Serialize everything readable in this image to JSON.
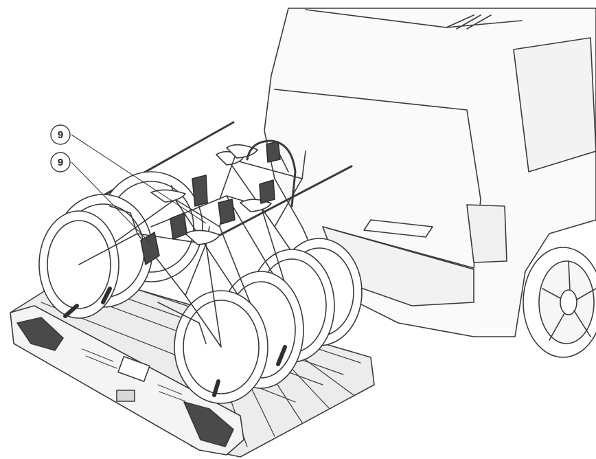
{
  "callouts": [
    {
      "label": "9"
    },
    {
      "label": "9"
    }
  ],
  "colors": {
    "line": "#3a3a3a",
    "fill": "#ffffff",
    "car_fill": "#fafafa",
    "shade": "#e6e6e6",
    "dark_part": "#4a4a4a",
    "strap": "#2f2f2f"
  },
  "icons": [
    "car-rear-illustration",
    "bike-carrier-illustration",
    "bicycle-illustration",
    "frame-holder-icon"
  ]
}
